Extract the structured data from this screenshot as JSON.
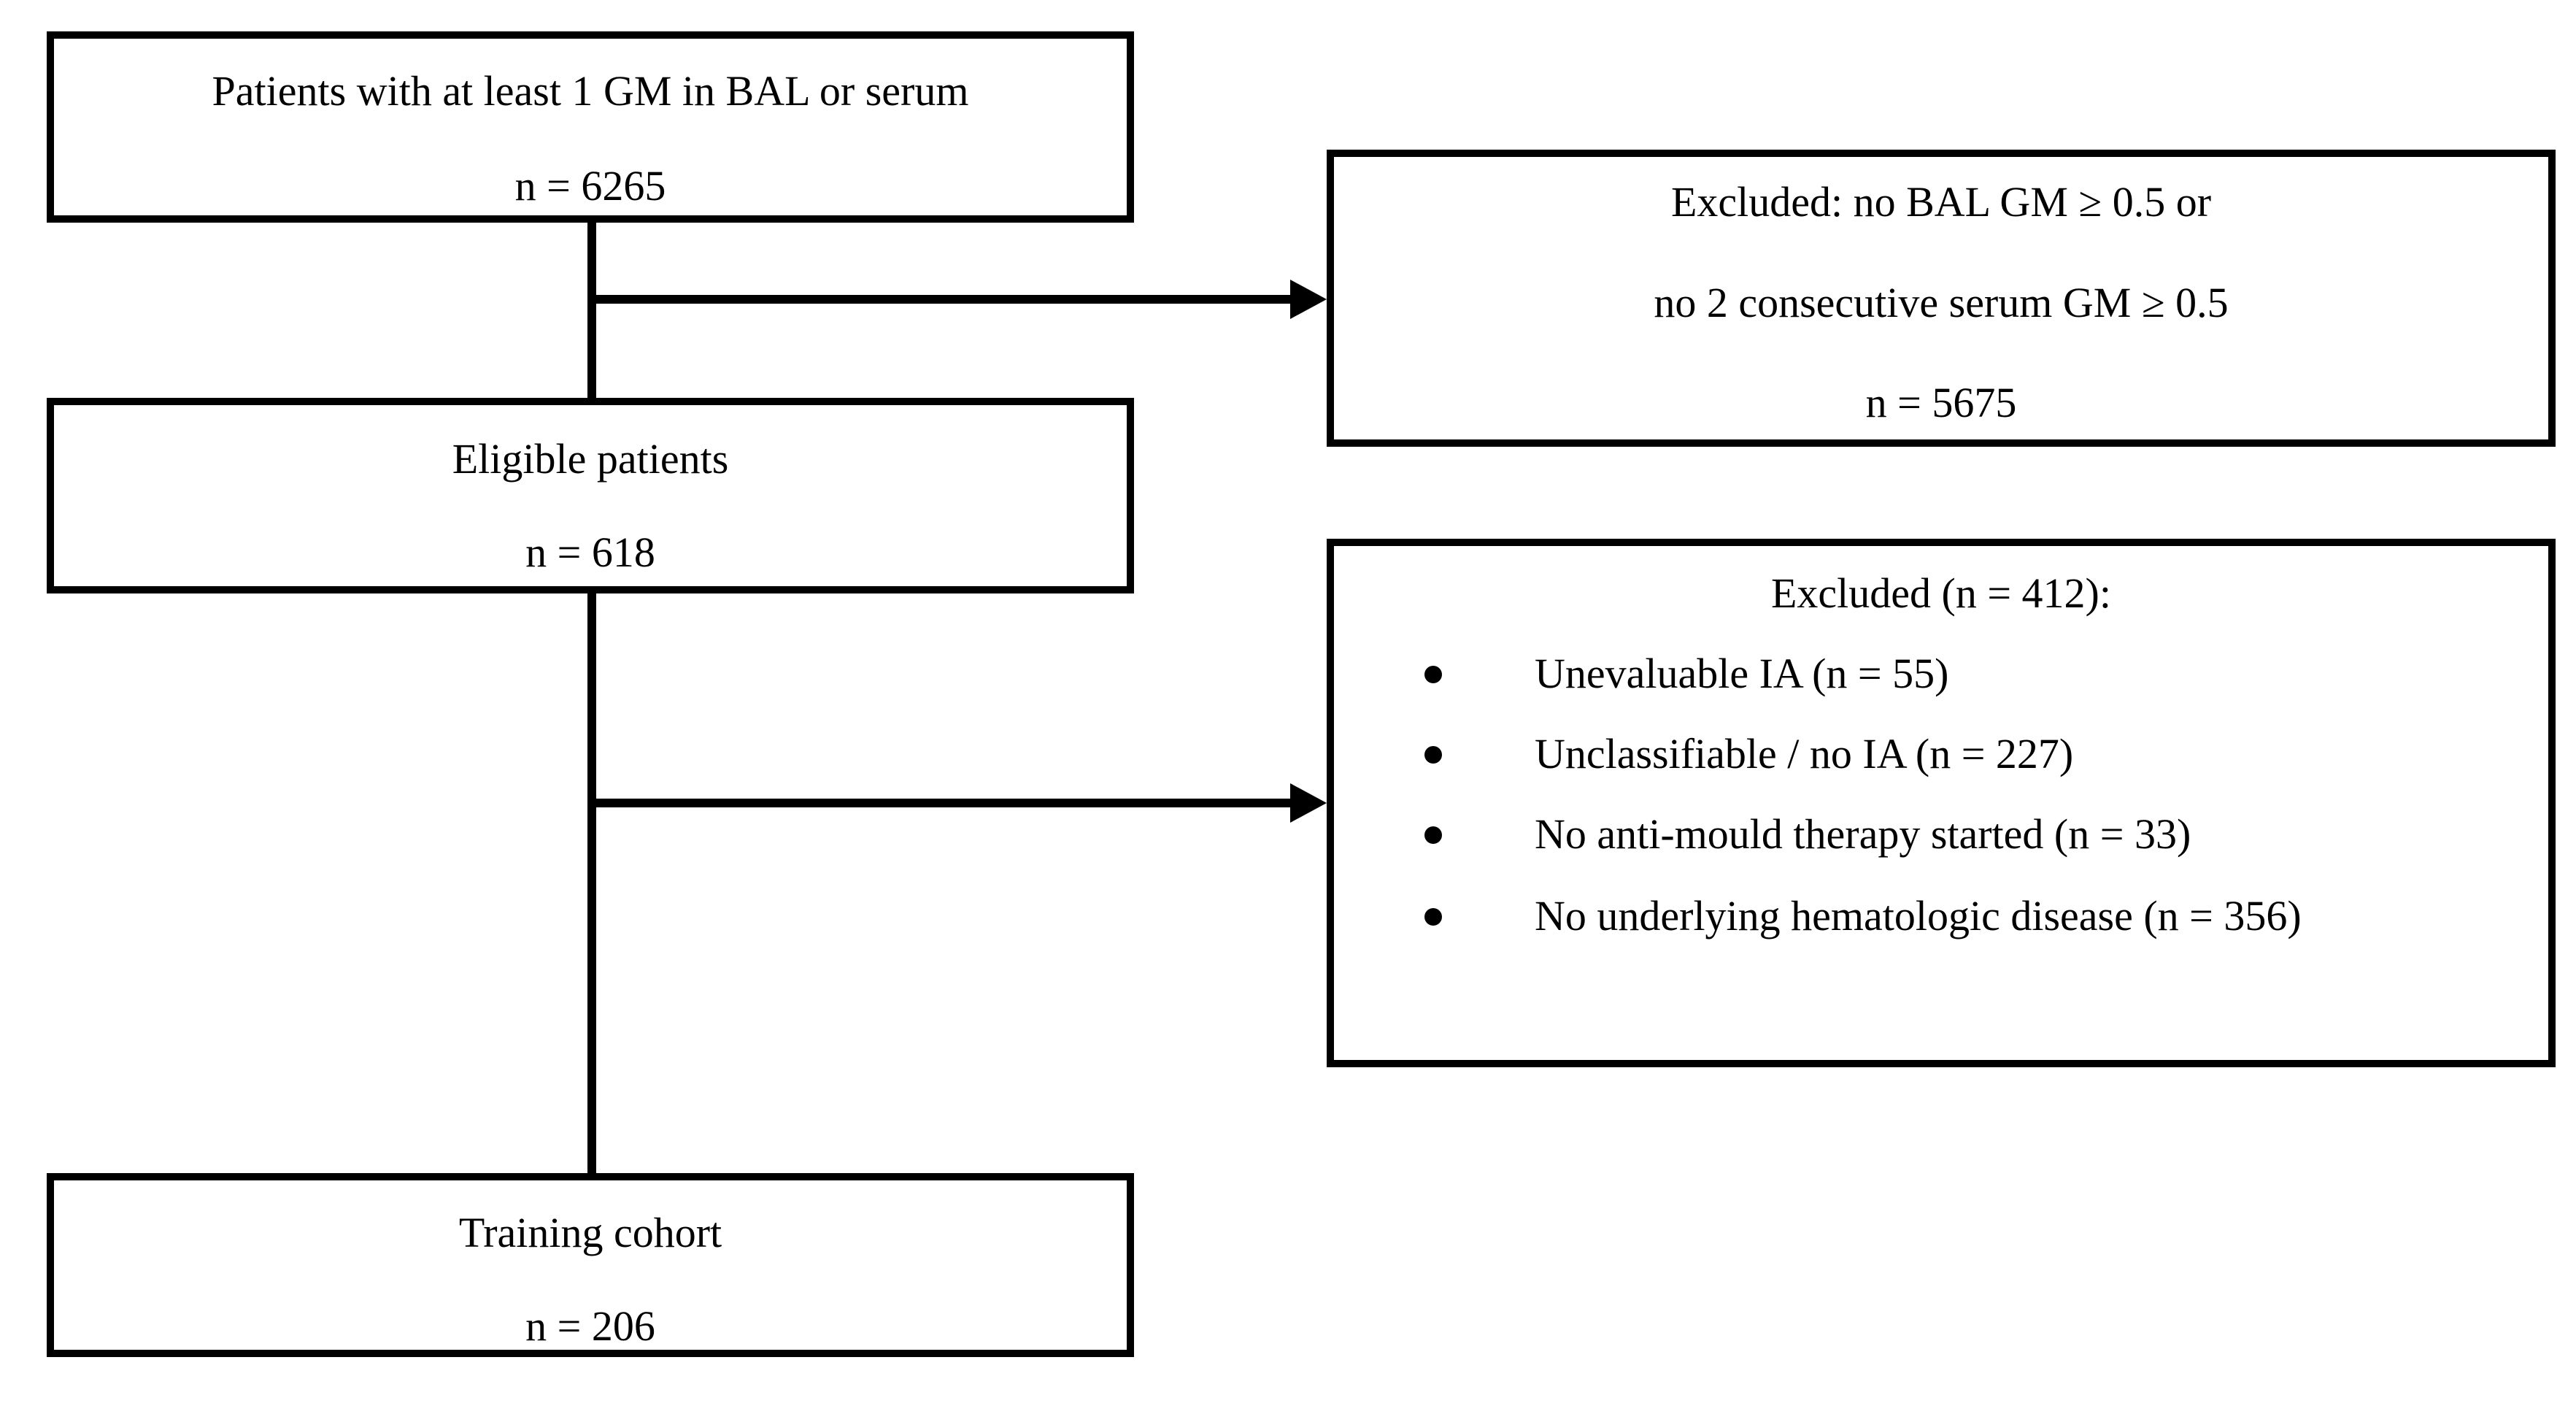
{
  "diagram": {
    "boxes": {
      "source": {
        "label": "Patients with at least 1 GM in BAL or serum",
        "n_label": "n = 6265"
      },
      "excluded_gm": {
        "line1": "Excluded: no BAL GM ≥ 0.5 or",
        "line2": "no 2 consecutive serum GM ≥ 0.5",
        "n_label": "n = 5675"
      },
      "eligible": {
        "label": "Eligible patients",
        "n_label": "n = 618"
      },
      "excluded_criteria": {
        "title": "Excluded (n = 412):",
        "bullets": [
          "Unevaluable IA (n = 55)",
          "Unclassifiable / no IA (n = 227)",
          "No anti-mould therapy started (n = 33)",
          "No underlying hematologic disease (n = 356)"
        ]
      },
      "training": {
        "label": "Training cohort",
        "n_label": "n = 206"
      }
    },
    "colors": {
      "border": "#000000",
      "background": "#ffffff",
      "text": "#000000"
    }
  }
}
